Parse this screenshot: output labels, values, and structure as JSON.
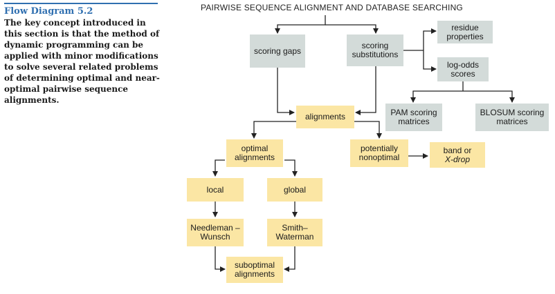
{
  "caption": {
    "title": "Flow Diagram 5.2",
    "body": "The key concept introduced in this section is that the method of dynamic programming can be applied with minor modifications to solve several related problems of determining optimal and near-optimal pairwise sequence alignments."
  },
  "diagram": {
    "title": "PAIRWISE SEQUENCE ALIGNMENT AND DATABASE SEARCHING",
    "nodes": {
      "scoring_gaps": "scoring gaps",
      "scoring_substitutions": "scoring substitutions",
      "residue_properties": "residue properties",
      "log_odds_scores": "log-odds scores",
      "pam": "PAM scoring matrices",
      "blosum": "BLOSUM scoring matrices",
      "alignments": "alignments",
      "optimal_alignments": "optimal alignments",
      "potentially_nonoptimal": "potentially nonoptimal",
      "band_or": "band or",
      "x_drop": "X-drop",
      "local": "local",
      "global": "global",
      "needleman_wunsch": "Needleman –Wunsch",
      "smith_waterman": "Smith– Waterman",
      "suboptimal_alignments": "suboptimal alignments"
    },
    "colors": {
      "gray_box": "#d3dbd9",
      "yellow_box": "#fbe6a4",
      "caption_blue": "#2f6fb0"
    }
  }
}
